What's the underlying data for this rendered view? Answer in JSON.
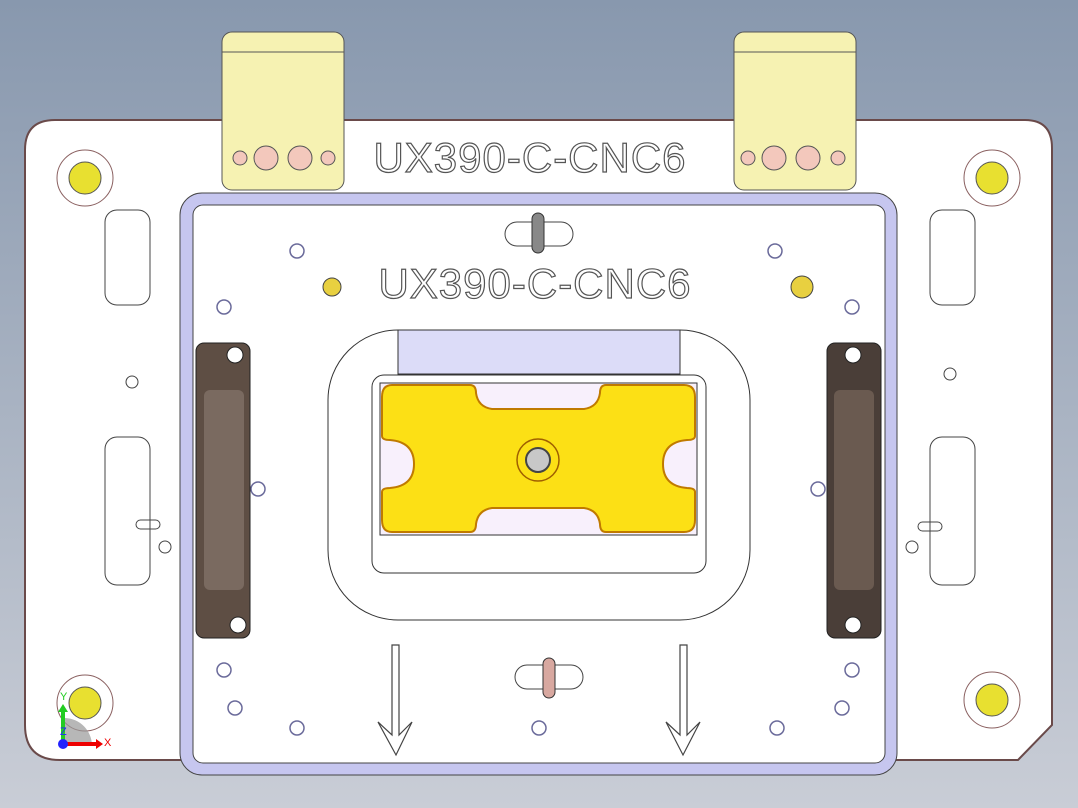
{
  "model": {
    "top_label": "UX390-C-CNC6",
    "plate_label": "UX390-C-CNC6"
  },
  "triad": {
    "x_label": "X",
    "y_label": "Y",
    "z_label": "Z"
  },
  "colors": {
    "background_top": "#8898ae",
    "background_bottom": "#c9cdd6",
    "tab_yellow": "#f6f2b2",
    "part_yellow": "#fce015",
    "handle_brown": "#5e4e44",
    "plate_edge": "#c6c6ef",
    "bolt_yellow": "#e8e030"
  }
}
